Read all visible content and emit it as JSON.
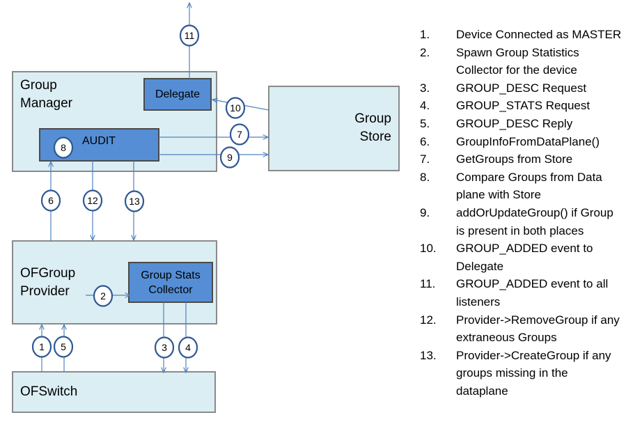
{
  "colors": {
    "box_fill": "#dbeef4",
    "box_stroke": "#8a8a8a",
    "inner_fill": "#558ed5",
    "inner_stroke": "#4a4a4a",
    "arrow": "#4f81bd",
    "circle_stroke": "#2e5894"
  },
  "boxes": {
    "group_manager": "Group\nManager",
    "group_store": "Group\nStore",
    "ofgroup_provider": "OFGroup\nProvider",
    "ofswitch": "OFSwitch"
  },
  "inner": {
    "delegate": "Delegate",
    "audit": "AUDIT",
    "collector": "Group Stats\nCollector"
  },
  "circles": {
    "c1": "1",
    "c2": "2",
    "c3": "3",
    "c4": "4",
    "c5": "5",
    "c6": "6",
    "c7": "7",
    "c8": "8",
    "c9": "9",
    "c10": "10",
    "c11": "11",
    "c12": "12",
    "c13": "13"
  },
  "steps": [
    {
      "num": "1.",
      "text": "Device Connected as MASTER"
    },
    {
      "num": "2.",
      "text": "Spawn Group Statistics Collector for the device"
    },
    {
      "num": "3.",
      "text": "GROUP_DESC Request"
    },
    {
      "num": "4.",
      "text": "GROUP_STATS Request"
    },
    {
      "num": "5.",
      "text": "GROUP_DESC Reply"
    },
    {
      "num": "6.",
      "text": "GroupInfoFromDataPlane()"
    },
    {
      "num": "7.",
      "text": "GetGroups from Store"
    },
    {
      "num": "8.",
      "text": "Compare Groups from Data plane with Store"
    },
    {
      "num": "9.",
      "text": "addOrUpdateGroup()  if Group is present in both places"
    },
    {
      "num": "10.",
      "text": "GROUP_ADDED  event to Delegate"
    },
    {
      "num": "11.",
      "text": "GROUP_ADDED  event to all listeners"
    },
    {
      "num": "12.",
      "text": "Provider->RemoveGroup  if any extraneous Groups"
    },
    {
      "num": "13.",
      "text": "Provider->CreateGroup  if any groups missing in the dataplane"
    }
  ]
}
